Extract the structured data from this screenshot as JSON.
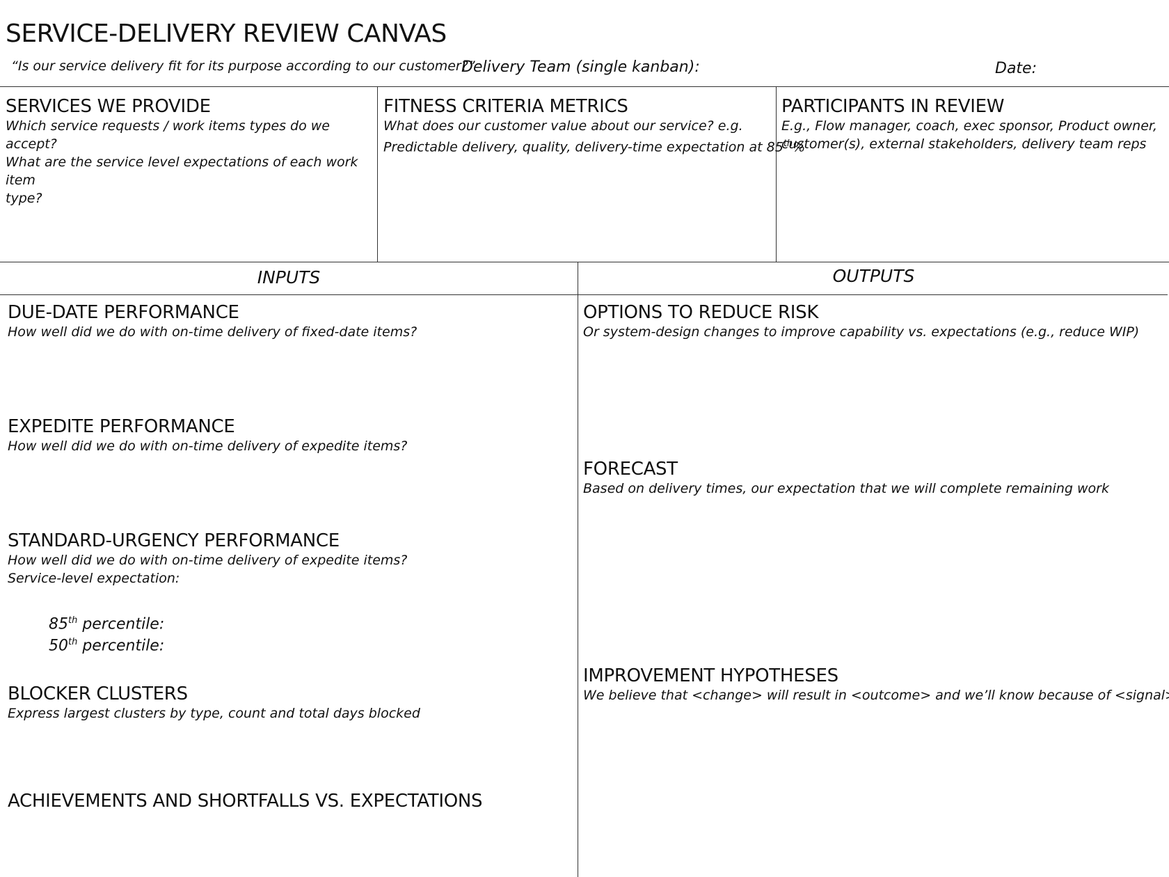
{
  "header": {
    "title": "SERVICE-DELIVERY REVIEW CANVAS",
    "question": "“Is our service delivery fit for its purpose according to our customer?”",
    "team_label": "Delivery Team (single kanban):",
    "date_label": "Date:"
  },
  "top_boxes": {
    "services": {
      "heading": "SERVICES WE PROVIDE",
      "line1": "Which service requests / work items types do we accept?",
      "line2": "What are the service level expectations of each work item",
      "line3": "type?"
    },
    "fitness": {
      "heading": "FITNESS CRITERIA METRICS",
      "line1": "What does our customer value about our service? e.g.",
      "line2_pre": "Predictable delivery, quality, delivery-time expectation at 85",
      "line2_sup": "th",
      "line2_post": "%"
    },
    "participants": {
      "heading": "PARTICIPANTS IN REVIEW",
      "line1": "E.g., Flow manager, coach, exec sponsor, Product owner,",
      "line2": "customer(s), external stakeholders, delivery team reps"
    }
  },
  "inputs": {
    "label": "INPUTS",
    "due_date": {
      "heading": "DUE-DATE PERFORMANCE",
      "desc": "How well did we do with on-time delivery of fixed-date items?"
    },
    "expedite": {
      "heading": "EXPEDITE PERFORMANCE",
      "desc": "How well did we do with on-time delivery of expedite items?"
    },
    "standard": {
      "heading": "STANDARD-URGENCY PERFORMANCE",
      "desc": "How well did we do with on-time delivery of expedite items?",
      "desc2": "Service-level expectation:",
      "p85_num": "85",
      "p85_sup": "th",
      "p85_text": " percentile:",
      "p50_num": "50",
      "p50_sup": "th",
      "p50_text": " percentile:"
    },
    "blockers": {
      "heading": "BLOCKER CLUSTERS",
      "desc": "Express largest clusters by type, count and total days blocked"
    },
    "achievements": {
      "heading": "ACHIEVEMENTS AND SHORTFALLS VS. EXPECTATIONS"
    }
  },
  "outputs": {
    "label": "OUTPUTS",
    "options": {
      "heading": "OPTIONS TO REDUCE RISK",
      "desc": "Or system-design changes to improve capability vs. expectations (e.g., reduce WIP)"
    },
    "forecast": {
      "heading": "FORECAST",
      "desc": "Based on delivery times, our expectation that we will complete remaining work"
    },
    "improvement": {
      "heading": "IMPROVEMENT HYPOTHESES",
      "desc": "We believe that <change> will result in <outcome> and we’ll know because of <signal>"
    }
  }
}
